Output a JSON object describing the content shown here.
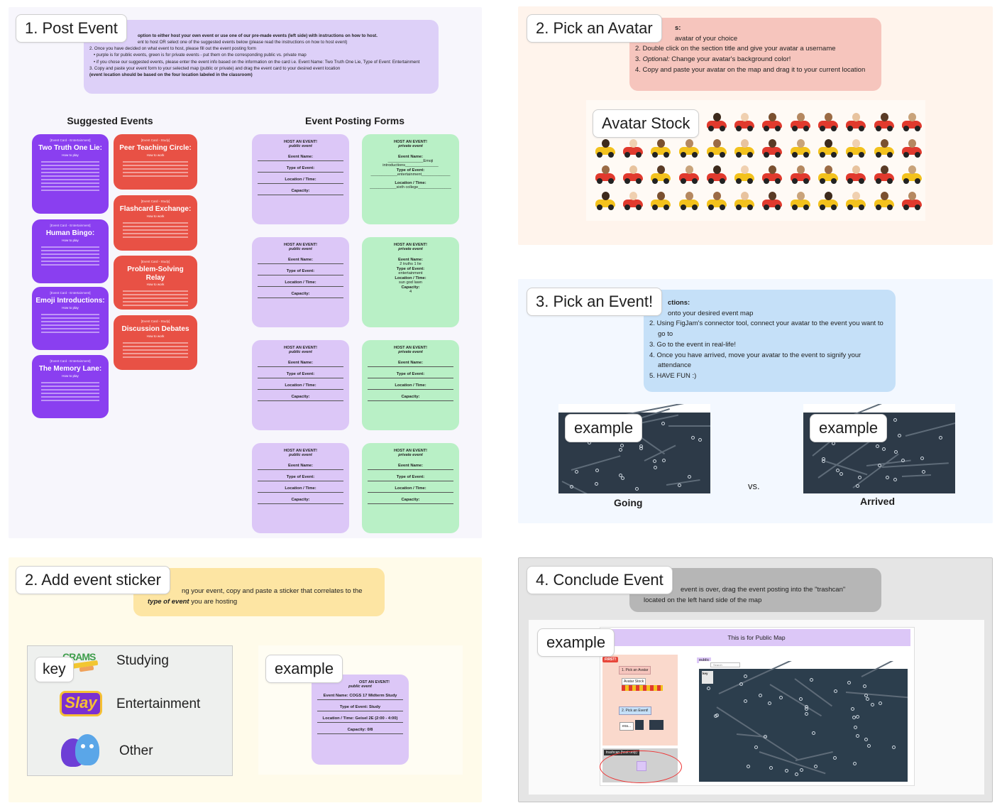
{
  "sections": {
    "post_event": {
      "title": "1. Post Event",
      "instructions": [
        "option to either host your own event or use one of our pre-made events (left side) with instructions on how to host.",
        "ent to host OR select one of the suggested events below (please read the instructions on how to host event)",
        "2. Once you have decided on what event to host, please fill out the event posting form",
        "• purple is for public events, green is for private events - put them on the corresponding public vs. private map",
        "• if you chose our suggested events, please enter the event info based on the information on the card i.e. Event Name: Two Truth One Lie, Type of Event: Entertainment",
        "3. Copy and paste your event form to your selected map (public or private) and drag the event card to your desired event location",
        "(event location should be based on the four location labeled in the classroom)"
      ],
      "suggested_heading": "Suggested Events",
      "forms_heading": "Event Posting Forms",
      "ent_cards": [
        {
          "tag": "[Event Card - Entertainment]",
          "title": "Two Truth One Lie:",
          "how": "How to play"
        },
        {
          "tag": "[Event Card - Entertainment]",
          "title": "Human Bingo:",
          "how": "How to play"
        },
        {
          "tag": "[Event Card - Entertainment]",
          "title": "Emoji Introductions:",
          "how": "How to play"
        },
        {
          "tag": "[Event Card - Entertainment]",
          "title": "The Memory Lane:",
          "how": "How to play"
        }
      ],
      "study_cards": [
        {
          "tag": "[Event Card - Study]",
          "title": "Peer Teaching Circle:",
          "how": "How to work"
        },
        {
          "tag": "[Event Card - Study]",
          "title": "Flashcard Exchange:",
          "how": "How to work"
        },
        {
          "tag": "[Event Card - Study]",
          "title": "Problem-Solving Relay",
          "how": "How to work"
        },
        {
          "tag": "[Event Card - Study]",
          "title": "Discussion Debates",
          "how": "How to work"
        }
      ],
      "form_labels": {
        "header": "HOST AN EVENT!",
        "public": "public event",
        "private": "private event",
        "name": "Event Name:",
        "type": "Type of Event:",
        "location": "Location / Time:",
        "capacity": "Capacity:"
      },
      "filled_private_1": {
        "name_val": "________________Emoji introductions_______________",
        "type_val": "____________entertainment_____________",
        "loc_val": "____________sixth college_______________"
      },
      "filled_private_2": {
        "name_val": "2 truths 1 lie",
        "type_val": "entertainment",
        "loc_val": "sun god lawn",
        "cap_val": "4"
      }
    },
    "pick_avatar": {
      "title": "2. Pick an Avatar",
      "instructions": [
        "s:",
        "avatar of your choice",
        "2. Double click on the section title and give your avatar a username",
        "3. Optional: Change your avatar's background color!",
        "4. Copy and paste your avatar on the map and drag it to your current location"
      ],
      "stock_label": "Avatar Stock"
    },
    "pick_event": {
      "title": "3. Pick an Event!",
      "instructions": [
        "ctions:",
        "onto your desired event map",
        "2. Using FigJam's connector tool, connect your avatar to the event you want to go to",
        "3. Go to the event in real-life!",
        "4. Once you have arrived, move your avatar to the event to signify your attendance",
        "5. HAVE FUN :)"
      ],
      "example_label": "example",
      "vs": "vs.",
      "going": "Going",
      "arrived": "Arrived"
    },
    "add_sticker": {
      "title": "2. Add event sticker",
      "instructions": "ng your event, copy and paste a sticker that correlates to the",
      "instructions_2_em": "type of event",
      "instructions_2_rest": "you are hosting",
      "key_label": "key",
      "key_rows": [
        "Studying",
        "Entertainment",
        "Other"
      ],
      "sticker_study_text": "CRAMS",
      "sticker_ent_text": "Slay",
      "example_label": "example",
      "example_form": {
        "header": "OST AN EVENT!",
        "sub": "public event",
        "name": "Event Name: COGS 17 Midterm Study",
        "type": "Type of Event: Study",
        "loc": "Location / Time: Geisel 2E (2:00 - 4:00)",
        "cap": "Capacity: 0/8"
      }
    },
    "conclude": {
      "title": "4. Conclude Event",
      "instructions_1": "event is over, drag the event posting into the \"trashcan\"",
      "instructions_2": "located on the left hand side of the map",
      "example_label": "example",
      "public_map_label": "This is for Public Map",
      "first_badge": "FIRST!",
      "mini_pick_avatar": "1. Pick an Avatar",
      "mini_avatar_stock": "Avatar Stock",
      "mini_pick_event": "2. Pick an Event!",
      "mini_example": "exa...",
      "trashcan_label": "trashcan (host only)",
      "public_tag": "public",
      "key_tag": "key",
      "search_placeholder": "Search"
    }
  },
  "colors": {
    "purple_card": "#8a3ff0",
    "red_card": "#e85145",
    "public_form": "#dcc7f7",
    "private_form": "#b9f0c6",
    "sticky_lavender": "#ddd0f8",
    "sticky_salmon": "#f6c5bd",
    "sticky_blue": "#c5e0f8",
    "sticky_yellow": "#fde5a3",
    "sticky_gray": "#b6b6b6"
  }
}
